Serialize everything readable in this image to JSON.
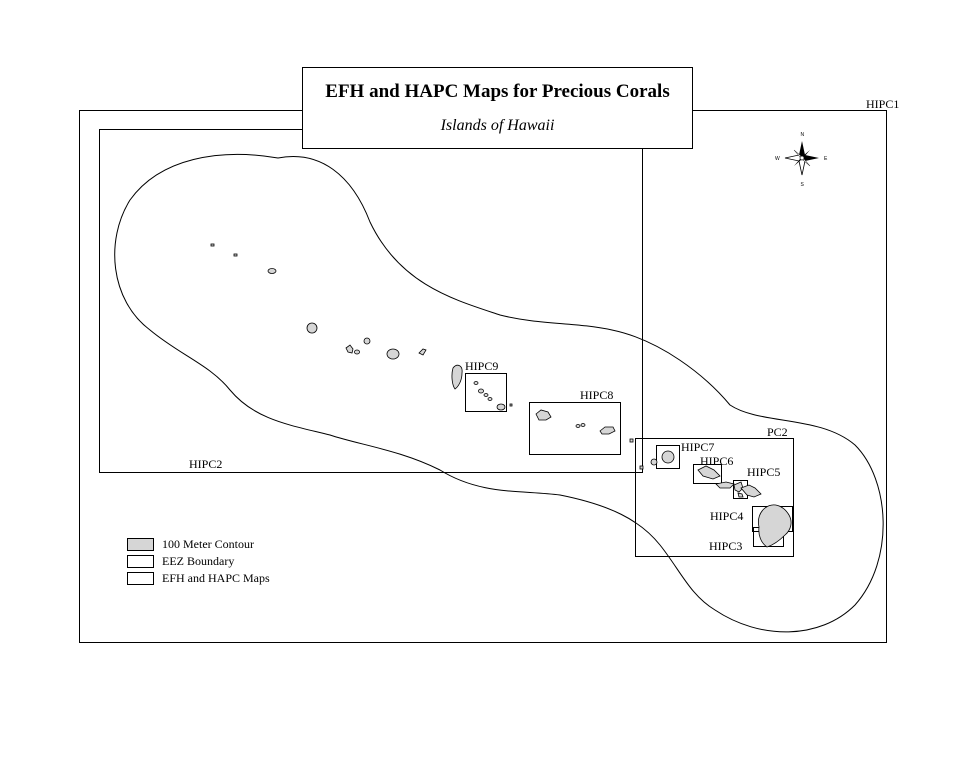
{
  "title": "EFH and HAPC Maps for Precious Corals",
  "subtitle": "Islands of Hawaii",
  "frame_labels": {
    "hipc1": "HIPC1",
    "hipc2": "HIPC2",
    "pc2": "PC2",
    "hipc3": "HIPC3",
    "hipc4": "HIPC4",
    "hipc5": "HIPC5",
    "hipc6": "HIPC6",
    "hipc7": "HIPC7",
    "hipc8": "HIPC8",
    "hipc9": "HIPC9"
  },
  "compass": {
    "n": "N",
    "s": "S",
    "e": "E",
    "w": "W"
  },
  "legend": [
    {
      "label": "100 Meter Contour",
      "fill": "#d6d6d6"
    },
    {
      "label": "EEZ Boundary",
      "fill": "#ffffff"
    },
    {
      "label": "EFH and HAPC Maps",
      "fill": "#ffffff"
    }
  ],
  "colors": {
    "land": "#d6d6d6",
    "line": "#000000",
    "background": "#ffffff"
  }
}
